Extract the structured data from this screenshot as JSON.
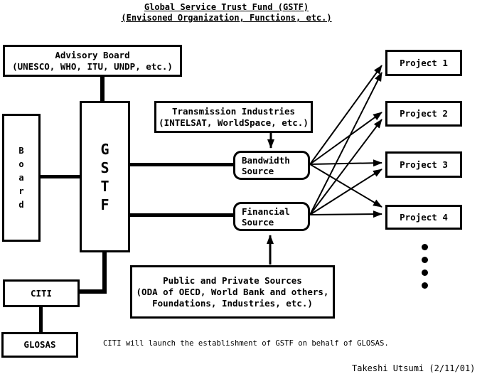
{
  "colors": {
    "ink": "#000000",
    "background": "#ffffff"
  },
  "title": {
    "line1": "Global Service Trust Fund (GSTF)",
    "line2": "(Envisoned Organization, Functions, etc.)"
  },
  "nodes": {
    "advisory_board": {
      "line1": "Advisory Board",
      "line2": "(UNESCO, WHO, ITU, UNDP, etc.)"
    },
    "board": {
      "letters": [
        "B",
        "o",
        "a",
        "r",
        "d"
      ]
    },
    "gstf": {
      "letters": [
        "G",
        "S",
        "T",
        "F"
      ]
    },
    "transmission_industries": {
      "line1": "Transmission Industries",
      "line2": "(INTELSAT, WorldSpace, etc.)"
    },
    "bandwidth_source": {
      "line1": "Bandwidth",
      "line2": "Source"
    },
    "financial_source": {
      "line1": "Financial",
      "line2": "Source"
    },
    "citi": {
      "label": "CITI"
    },
    "glosas": {
      "label": "GLOSAS"
    },
    "public_private_sources": {
      "line1": "Public and Private Sources",
      "line2": "(ODA of OECD, World Bank and others,",
      "line3": "Foundations, Industries, etc.)"
    },
    "projects": [
      {
        "label": "Project 1"
      },
      {
        "label": "Project 2"
      },
      {
        "label": "Project 3"
      },
      {
        "label": "Project 4"
      }
    ]
  },
  "footnote": "CITI will launch the establishment of GSTF on behalf of GLOSAS.",
  "signature": "Takeshi Utsumi (2/11/01)"
}
